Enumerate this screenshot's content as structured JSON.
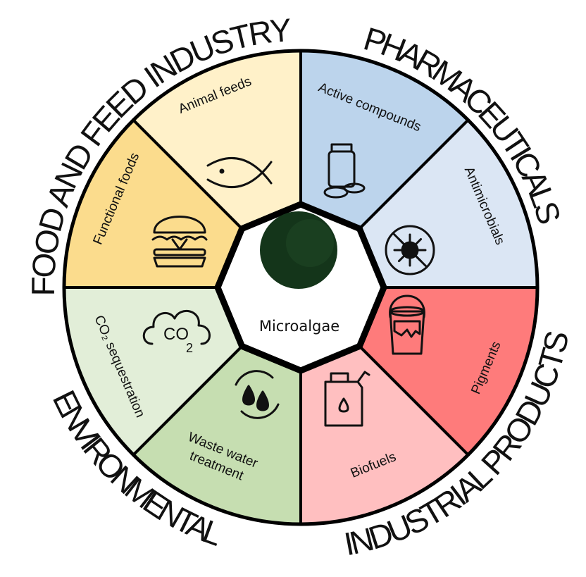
{
  "center": {
    "label": "Microalgae",
    "color": "#14351a"
  },
  "categories": [
    {
      "label": "FOOD AND FEED INDUSTRY",
      "angle": 313
    },
    {
      "label": "PHARMACEUTICALS",
      "angle": 45
    },
    {
      "label": "INDUSTRIAL PRODUCTS",
      "angle": 135
    },
    {
      "label": "ENVIRONMENTAL",
      "angle": 222
    }
  ],
  "segments": [
    {
      "label": [
        "Active compounds"
      ],
      "color": "#bcd4ec",
      "icon": "pill-bottle-icon"
    },
    {
      "label": [
        "Antimicrobials"
      ],
      "color": "#dbe6f4",
      "icon": "no-microbe-icon"
    },
    {
      "label": [
        "Pigments"
      ],
      "color": "#fe7b7b",
      "icon": "paint-bucket-icon"
    },
    {
      "label": [
        "Biofuels"
      ],
      "color": "#ffbfc0",
      "icon": "fuel-can-icon"
    },
    {
      "label": [
        "Waste water",
        "treatment"
      ],
      "color": "#c6deb1",
      "icon": "water-recycle-icon"
    },
    {
      "label": [
        "CO₂ sequestration"
      ],
      "color": "#e2eed8",
      "icon": "co2-cloud-icon"
    },
    {
      "label": [
        "Functional foods"
      ],
      "color": "#fbdc8d",
      "icon": "burger-icon"
    },
    {
      "label": [
        "Animal feeds"
      ],
      "color": "#fff1c9",
      "icon": "fish-icon"
    }
  ]
}
